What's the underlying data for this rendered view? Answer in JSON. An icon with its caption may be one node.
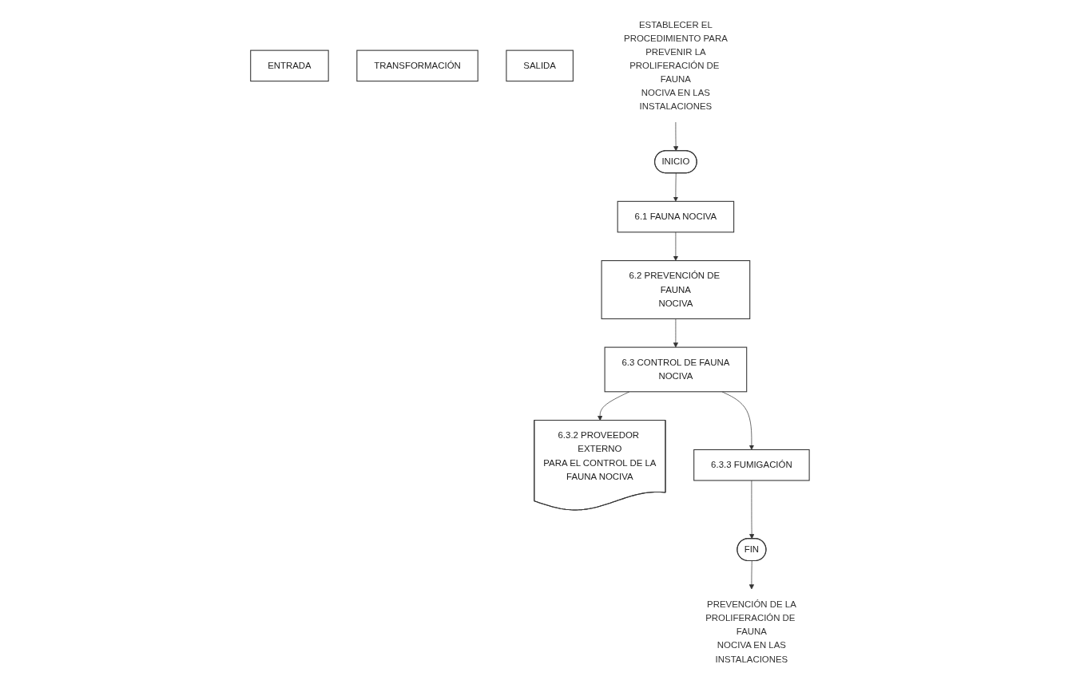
{
  "diagram": {
    "nodes": [
      {
        "text": [
          "ENTRADA"
        ]
      },
      {
        "text": [
          "TRANSFORMACIÓN"
        ]
      },
      {
        "text": [
          "SALIDA"
        ]
      },
      {
        "text": [
          "ESTABLECER EL PROCEDIMIENTO PARA PREVENIR LA PROLIFERACIÓN DE FAUNA NOCIVA EN LAS INSTALACIONES"
        ]
      },
      {
        "text": [
          "INICIO"
        ]
      },
      {
        "text": [
          "6.1 FAUNA NOCIVA"
        ]
      },
      {
        "text": [
          "6.2 PREVENCIÓN DE FAUNA NOCIVA"
        ]
      },
      {
        "text": [
          "6.3 CONTROL DE FAUNA NOCIVA"
        ]
      },
      {
        "text": [
          "6.3.2 PROVEEDOR EXTERNO PARA EL CONTROL DE LA FAUNA NOCIVA"
        ]
      },
      {
        "text": [
          "6.3.3 FUMIGACIÓN"
        ]
      },
      {
        "text": [
          "FIN"
        ]
      },
      {
        "text": [
          "PREVENCIÓN DE LA PROLIFERACIÓN DE FAUNA NOCIVA EN LAS INSTALACIONES"
        ]
      }
    ],
    "edges": [
      {
        "from": 3,
        "to": 4,
        "arrow": "to"
      },
      {
        "from": 4,
        "to": 5,
        "arrow": "to"
      },
      {
        "from": 5,
        "to": 6,
        "arrow": "to"
      },
      {
        "from": 6,
        "to": 7,
        "arrow": "to"
      },
      {
        "from": 7,
        "to": 8,
        "arrow": "to"
      },
      {
        "from": 7,
        "to": 9,
        "arrow": "to"
      },
      {
        "from": 9,
        "to": 10,
        "arrow": "to"
      },
      {
        "from": 10,
        "to": 11,
        "arrow": "to"
      }
    ]
  }
}
